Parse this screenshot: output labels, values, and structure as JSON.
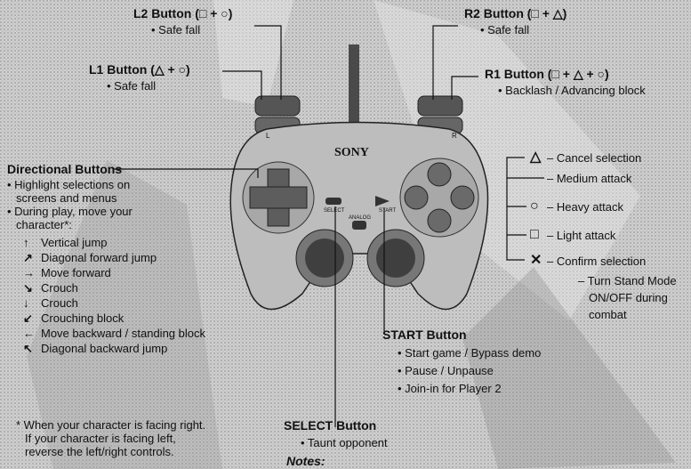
{
  "l2": {
    "title": "L2 Button (□ + ○)",
    "desc": "• Safe fall"
  },
  "l1": {
    "title": "L1 Button (△ + ○)",
    "desc": "• Safe fall"
  },
  "r2": {
    "title": "R2 Button (□ + △)",
    "desc": "• Safe fall"
  },
  "r1": {
    "title": "R1 Button (□ + △ + ○)",
    "desc": "• Backlash / Advancing block"
  },
  "controller": {
    "brand": "SONY",
    "select_label": "SELECT",
    "start_label": "START",
    "analog_label": "ANALOG",
    "left_label": "L",
    "right_label": "R"
  },
  "directional": {
    "title": "Directional Buttons",
    "bullets": [
      "• Highlight selections on",
      "  screens and menus",
      "• During play, move your",
      "  character*:"
    ],
    "moves": [
      {
        "arrow": "↑",
        "label": "Vertical jump"
      },
      {
        "arrow": "↗",
        "label": "Diagonal forward jump"
      },
      {
        "arrow": "→",
        "label": "Move forward"
      },
      {
        "arrow": "↘",
        "label": "Crouch"
      },
      {
        "arrow": "↓",
        "label": "Crouch"
      },
      {
        "arrow": "↙",
        "label": "Crouching block"
      },
      {
        "arrow": "←",
        "label": "Move backward / standing block"
      },
      {
        "arrow": "↖",
        "label": "Diagonal backward jump"
      }
    ],
    "footnote": [
      "* When your character is facing right.",
      "  If your character is facing left,",
      "  reverse the left/right controls."
    ]
  },
  "face_buttons": [
    {
      "symbol": "△",
      "label": "– Cancel selection"
    },
    {
      "symbol": "",
      "label": "– Medium attack"
    },
    {
      "symbol": "○",
      "label": "– Heavy attack"
    },
    {
      "symbol": "□",
      "label": "– Light attack"
    },
    {
      "symbol": "✕",
      "label": "– Confirm selection"
    }
  ],
  "face_extra": [
    "– Turn Stand Mode",
    "ON/OFF during",
    "combat"
  ],
  "start": {
    "title": "START Button",
    "items": [
      "• Start game / Bypass demo",
      "• Pause / Unpause",
      "• Join-in for Player 2"
    ]
  },
  "select": {
    "title": "SELECT Button",
    "items": [
      "• Taunt opponent"
    ]
  },
  "notes": {
    "title": "Notes:"
  }
}
